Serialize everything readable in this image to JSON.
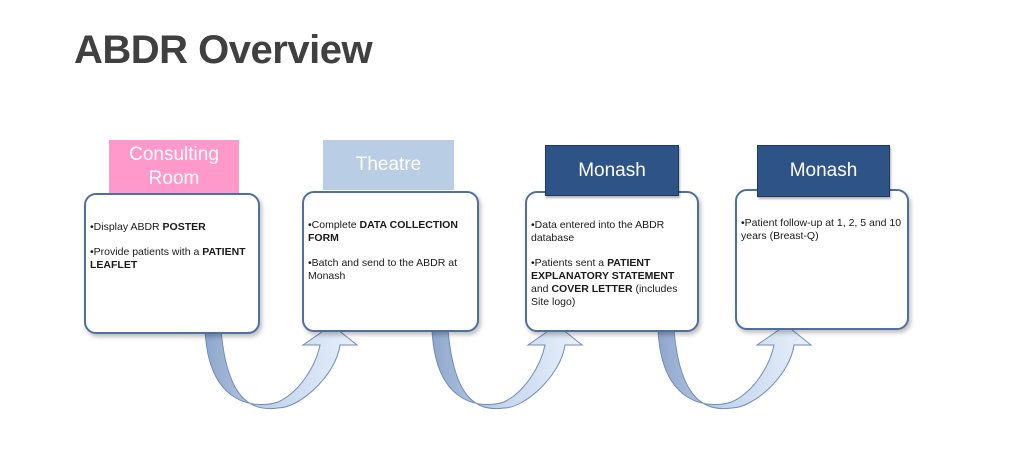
{
  "title": "ABDR Overview",
  "stages": [
    {
      "label": "Consulting Room",
      "bullets": [
        [
          {
            "t": "•Display ABDR "
          },
          {
            "t": "POSTER",
            "b": true
          }
        ],
        [
          {
            "t": "•Provide patients with a "
          },
          {
            "t": "PATIENT  LEAFLET",
            "b": true
          }
        ]
      ]
    },
    {
      "label": "Theatre",
      "bullets": [
        [
          {
            "t": "•Complete  "
          },
          {
            "t": "DATA COLLECTION FORM",
            "b": true
          }
        ],
        [
          {
            "t": "•Batch and send to the  ABDR at Monash"
          }
        ]
      ]
    },
    {
      "label": "Monash",
      "bullets": [
        [
          {
            "t": "•Data entered  into the ABDR database"
          }
        ],
        [
          {
            "t": "•Patients sent a "
          },
          {
            "t": "PATIENT EXPLANATORY STATEMENT",
            "b": true
          },
          {
            "t": " and "
          },
          {
            "t": "COVER LETTER",
            "b": true
          },
          {
            "t": "  (includes Site logo)"
          }
        ]
      ]
    },
    {
      "label": "Monash",
      "bullets": [
        [
          {
            "t": "•Patient follow-up at 1, 2, 5 and 10 years (Breast-Q)"
          }
        ]
      ]
    }
  ],
  "colors": {
    "box_border": "#4f6fa0",
    "label_pink": "#ff99cc",
    "label_light": "#b9cde5",
    "label_dark": "#2e5386",
    "arrow": "#a8bfe0"
  }
}
